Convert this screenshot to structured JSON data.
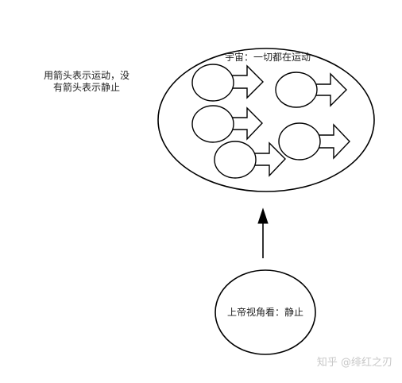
{
  "note": {
    "line1": "用箭头表示运动，没",
    "line2": "有箭头表示静止"
  },
  "universe": {
    "label": "宇宙：一切都在运动"
  },
  "god_view": {
    "label": "上帝视角看：静止"
  },
  "watermark": "知乎 @绯红之刃",
  "colors": {
    "stroke": "#000000",
    "fill": "#ffffff",
    "text": "#222222",
    "watermark": "#c8c8c8"
  }
}
